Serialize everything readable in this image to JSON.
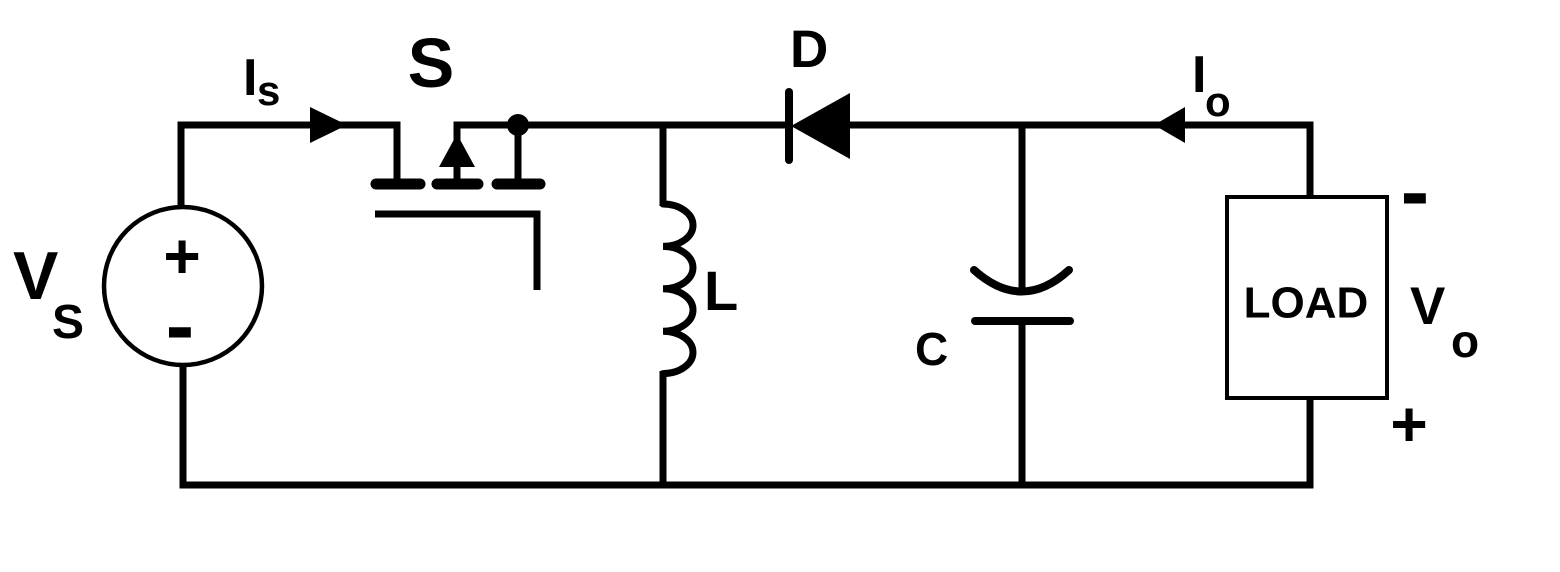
{
  "diagram": {
    "kind": "circuit-schematic",
    "description": "Buck-boost DC-DC converter: DC source Vs feeds switch S; inductor L to ground at switch node; diode D (cathode toward switch node) to output node with filter capacitor C and LOAD; output voltage Vo has inverted polarity (- on top, + on bottom)",
    "line_color": "#000000",
    "background_color": "#ffffff",
    "components": [
      {
        "ref": "Vs",
        "kind": "dc-voltage-source",
        "polarity_top": "+",
        "polarity_bottom": "-"
      },
      {
        "ref": "Is",
        "kind": "current-arrow",
        "direction": "right"
      },
      {
        "ref": "S",
        "kind": "mosfet-switch"
      },
      {
        "ref": "L",
        "kind": "inductor",
        "orientation": "vertical"
      },
      {
        "ref": "D",
        "kind": "diode",
        "orientation": "cathode-left"
      },
      {
        "ref": "C",
        "kind": "capacitor",
        "orientation": "vertical"
      },
      {
        "ref": "Io",
        "kind": "current-arrow",
        "direction": "left"
      },
      {
        "ref": "LOAD",
        "kind": "load-block"
      },
      {
        "ref": "Vo",
        "kind": "output-voltage",
        "polarity_top": "-",
        "polarity_bottom": "+"
      }
    ]
  },
  "labels": {
    "vs": {
      "base": "V",
      "sub": "S"
    },
    "is": {
      "base": "I",
      "sub": "s"
    },
    "switch": "S",
    "diode": "D",
    "inductor": "L",
    "capacitor": "C",
    "io": {
      "base": "I",
      "sub": "o"
    },
    "vo": {
      "base": "V",
      "sub": "o"
    },
    "load": "LOAD",
    "source_plus": "+",
    "source_minus": "-",
    "output_minus": "-",
    "output_plus": "+"
  }
}
